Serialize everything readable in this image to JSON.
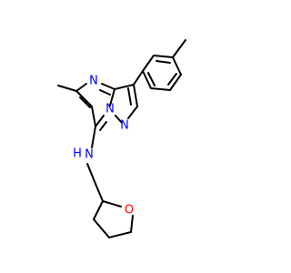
{
  "molecule": {
    "colors": {
      "bond": "#000000",
      "N": "#0000ff",
      "O": "#ff0000",
      "background": "#ffffff"
    },
    "atoms": [
      {
        "id": "n4",
        "label": "N",
        "element": "N"
      },
      {
        "id": "n5",
        "label": "N",
        "element": "N"
      },
      {
        "id": "n6",
        "label": "N",
        "element": "N"
      },
      {
        "id": "nh",
        "label": "N",
        "element": "N"
      },
      {
        "id": "h",
        "label": "H",
        "element": "N"
      },
      {
        "id": "o",
        "label": "O",
        "element": "O"
      }
    ]
  }
}
